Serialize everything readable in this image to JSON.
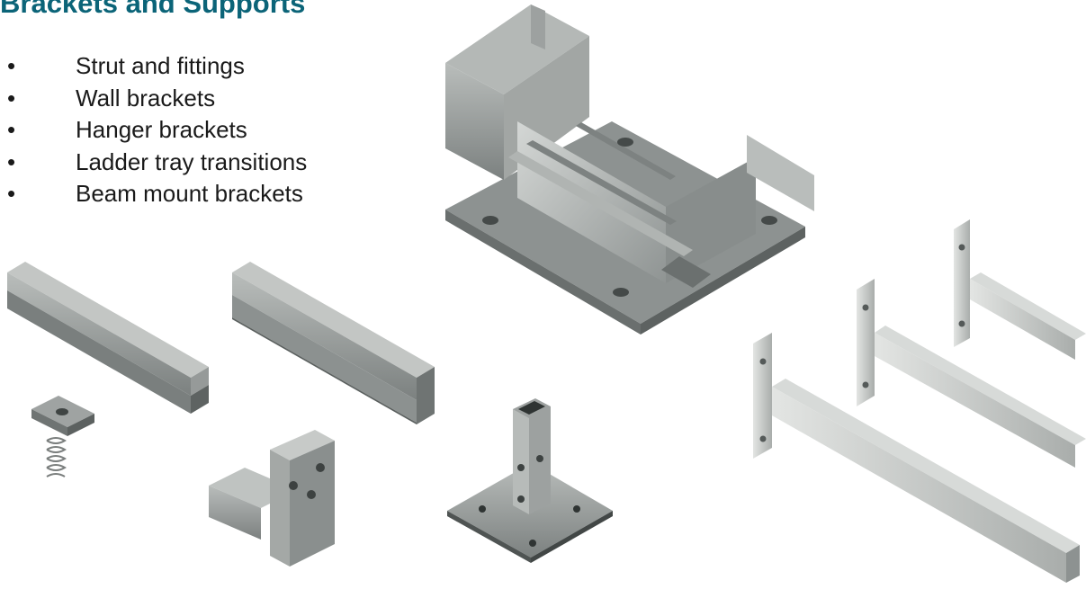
{
  "slide": {
    "title": "Brackets and Supports",
    "bullets": [
      "Strut and fittings",
      "Wall brackets",
      "Hanger brackets",
      "Ladder tray transitions",
      "Beam mount brackets"
    ],
    "bullet_glyph": "•"
  },
  "colors": {
    "title": "#0b6478",
    "text": "#1a1a1a",
    "steel_light": "#c9ccca",
    "steel_mid": "#9fa3a2",
    "steel_dark": "#6f7473",
    "galv_plate": "#5d6262"
  }
}
